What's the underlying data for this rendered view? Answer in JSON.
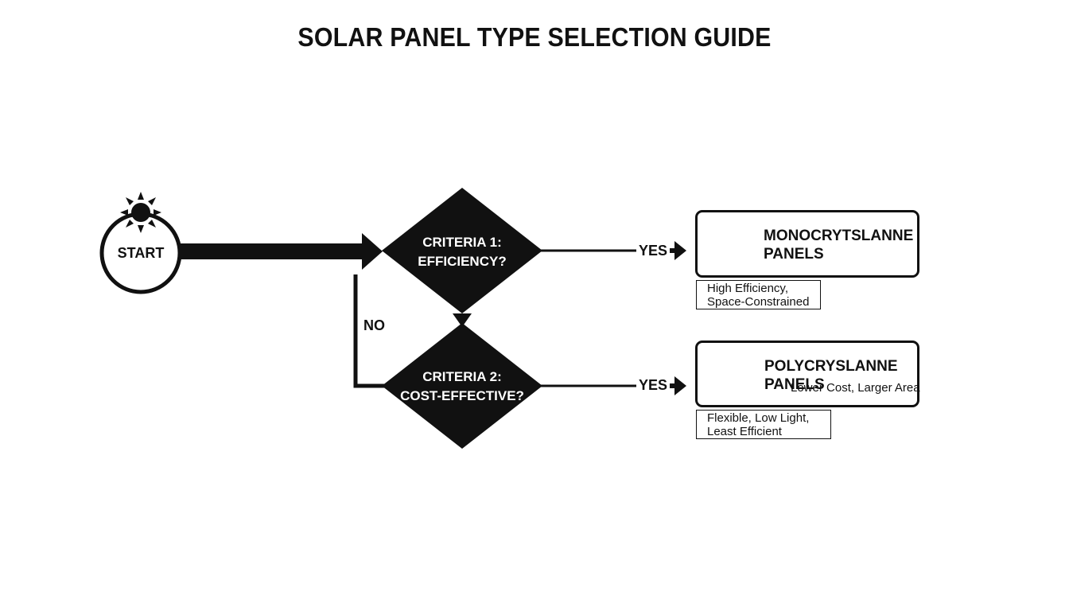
{
  "title": "SOLAR PANEL TYPE SELECTION GUIDE",
  "start": {
    "label": "START",
    "icon": "sun-icon"
  },
  "decisions": [
    {
      "label_line1": "CRITERIA 1:",
      "label_line2": "EFFICIENCY?"
    },
    {
      "label_line1": "CRITERIA 2:",
      "label_line2": "COST-EFFECTIVE?"
    }
  ],
  "edge_labels": {
    "yes_1": "YES",
    "yes_2": "YES",
    "no": "NO"
  },
  "outcomes": [
    {
      "title_line1": "MONOCRYTSLANNE",
      "title_line2": "PANELS",
      "icon": "crystal-icon",
      "note_line1": "High Efficiency,",
      "note_line2": "Space-Constrained"
    },
    {
      "title_line1": "POLYCRYSLANNE",
      "title_line2": "PANELS",
      "icon": "grid-cells-icon",
      "overlay_text": "Lower Cost, Larger Area",
      "note_line1": "Flexible, Low Light,",
      "note_line2": "Least Efficient"
    }
  ],
  "colors": {
    "ink": "#111111",
    "background": "#ffffff"
  }
}
